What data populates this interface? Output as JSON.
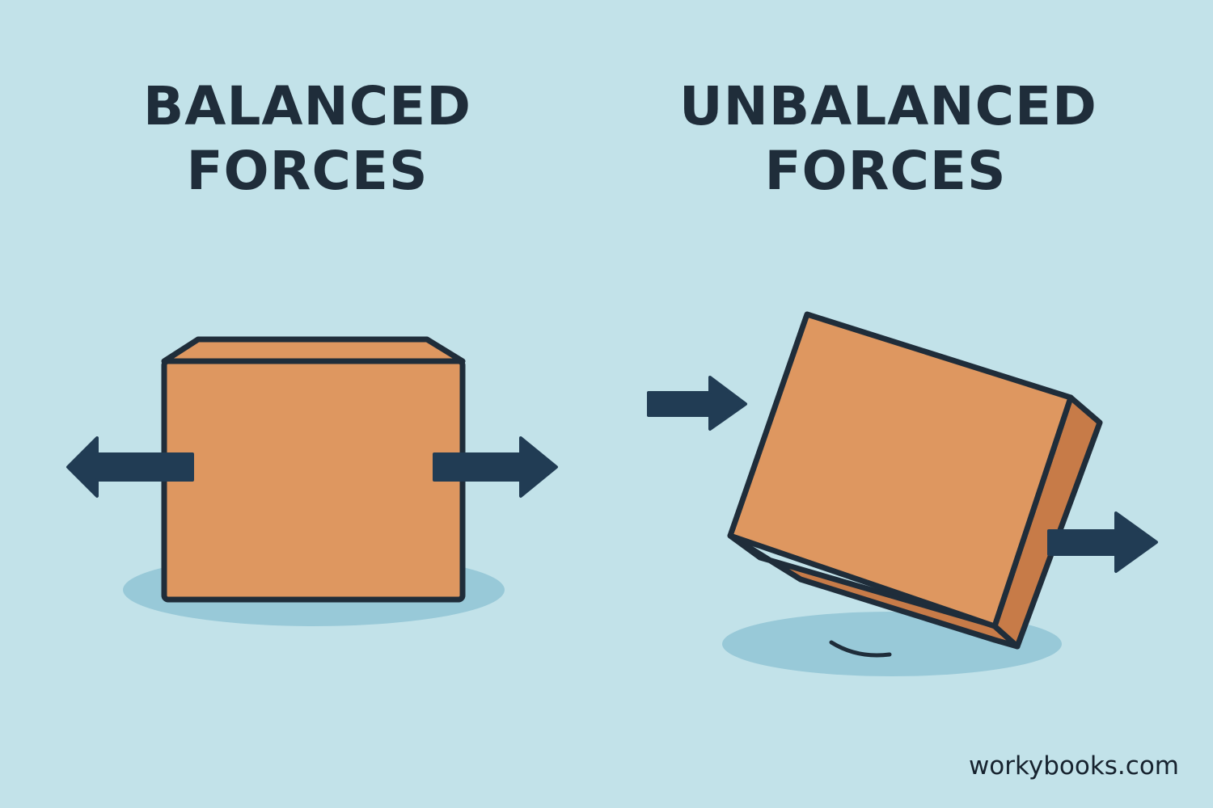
{
  "panels": [
    {
      "id": "balanced",
      "title_lines": [
        "BALANCED",
        "FORCES"
      ],
      "arrows": [
        {
          "direction": "left",
          "label": "left-force-arrow"
        },
        {
          "direction": "right",
          "label": "right-force-arrow"
        }
      ]
    },
    {
      "id": "unbalanced",
      "title_lines": [
        "UNBALANCED",
        "FORCES"
      ],
      "arrows": [
        {
          "direction": "right",
          "label": "push-arrow-left-side"
        },
        {
          "direction": "right",
          "label": "push-arrow-right-side"
        }
      ]
    }
  ],
  "colors": {
    "background": "#c2e2e9",
    "box_front": "#de9760",
    "box_side": "#c77b48",
    "outline": "#1f2d3a",
    "arrow": "#213c54",
    "shadow": "#98c9d8"
  },
  "watermark": "workybooks.com"
}
